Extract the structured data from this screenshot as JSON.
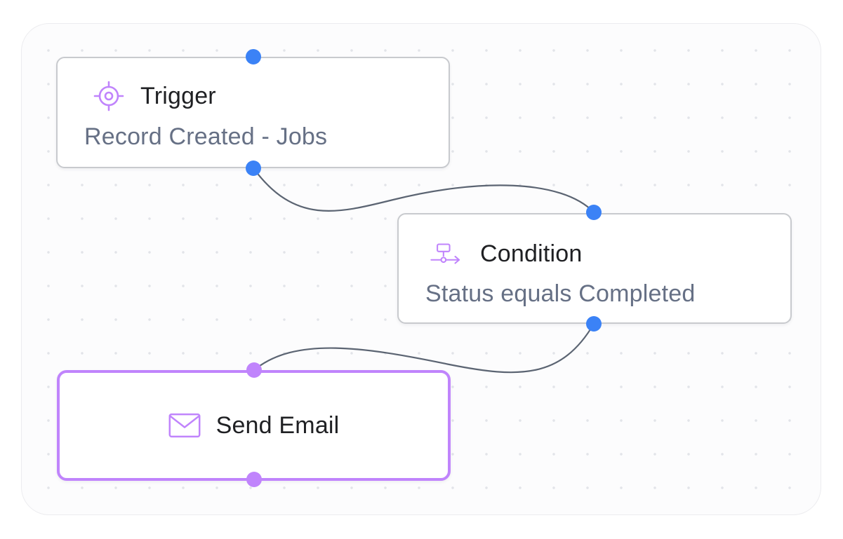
{
  "workflow": {
    "nodes": [
      {
        "id": "trigger",
        "icon": "target-icon",
        "title": "Trigger",
        "subtitle": "Record Created - Jobs"
      },
      {
        "id": "condition",
        "icon": "branch-flow-icon",
        "title": "Condition",
        "subtitle": "Status equals Completed"
      },
      {
        "id": "action",
        "icon": "mail-icon",
        "title": "Send Email",
        "selected": true
      }
    ],
    "edges": [
      {
        "from": "trigger",
        "to": "condition"
      },
      {
        "from": "condition",
        "to": "action"
      }
    ]
  },
  "colors": {
    "handle": "#3b82f6",
    "selected_accent": "#c084fc",
    "icon": "#c084fc",
    "edge": "#5b6472",
    "title_text": "#1f2023",
    "subtitle_text": "#667085",
    "node_border": "#c8cace"
  }
}
